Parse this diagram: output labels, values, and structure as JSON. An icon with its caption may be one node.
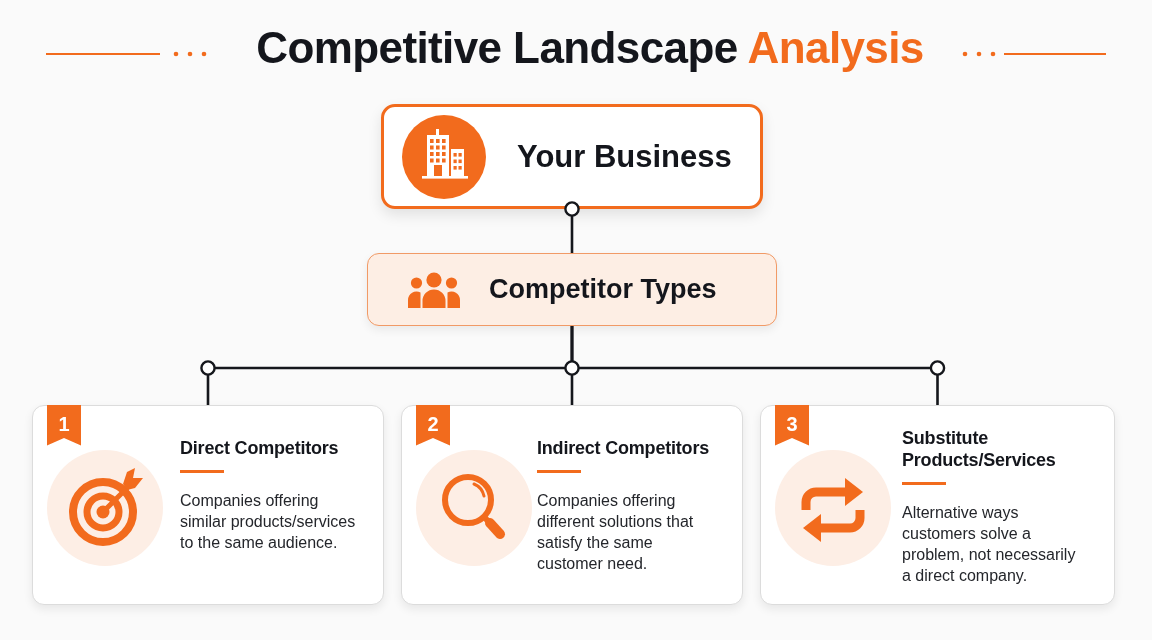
{
  "diagram": {
    "title": "Competitive Landscape **Analysis**",
    "nodes": [
      {
        "text": [
          "Your Business"
        ]
      },
      {
        "text": [
          "Competitor Types"
        ]
      },
      {
        "text": [
          "1",
          "Direct Competitors",
          "Companies offering similar products/services to the same audience."
        ]
      },
      {
        "text": [
          "2",
          "Indirect Competitors",
          "Companies offering different solutions that satisfy the same customer need."
        ]
      },
      {
        "text": [
          "3",
          "Substitute Products/Services",
          "Alternative ways customers solve a problem, not necessarily a direct company."
        ]
      }
    ],
    "edges": [
      {
        "from": 0,
        "to": 1,
        "arrow": "other"
      },
      {
        "from": 1,
        "to": 2,
        "arrow": "none"
      },
      {
        "from": 1,
        "to": 3,
        "arrow": "none"
      },
      {
        "from": 1,
        "to": 4,
        "arrow": "none"
      }
    ]
  }
}
